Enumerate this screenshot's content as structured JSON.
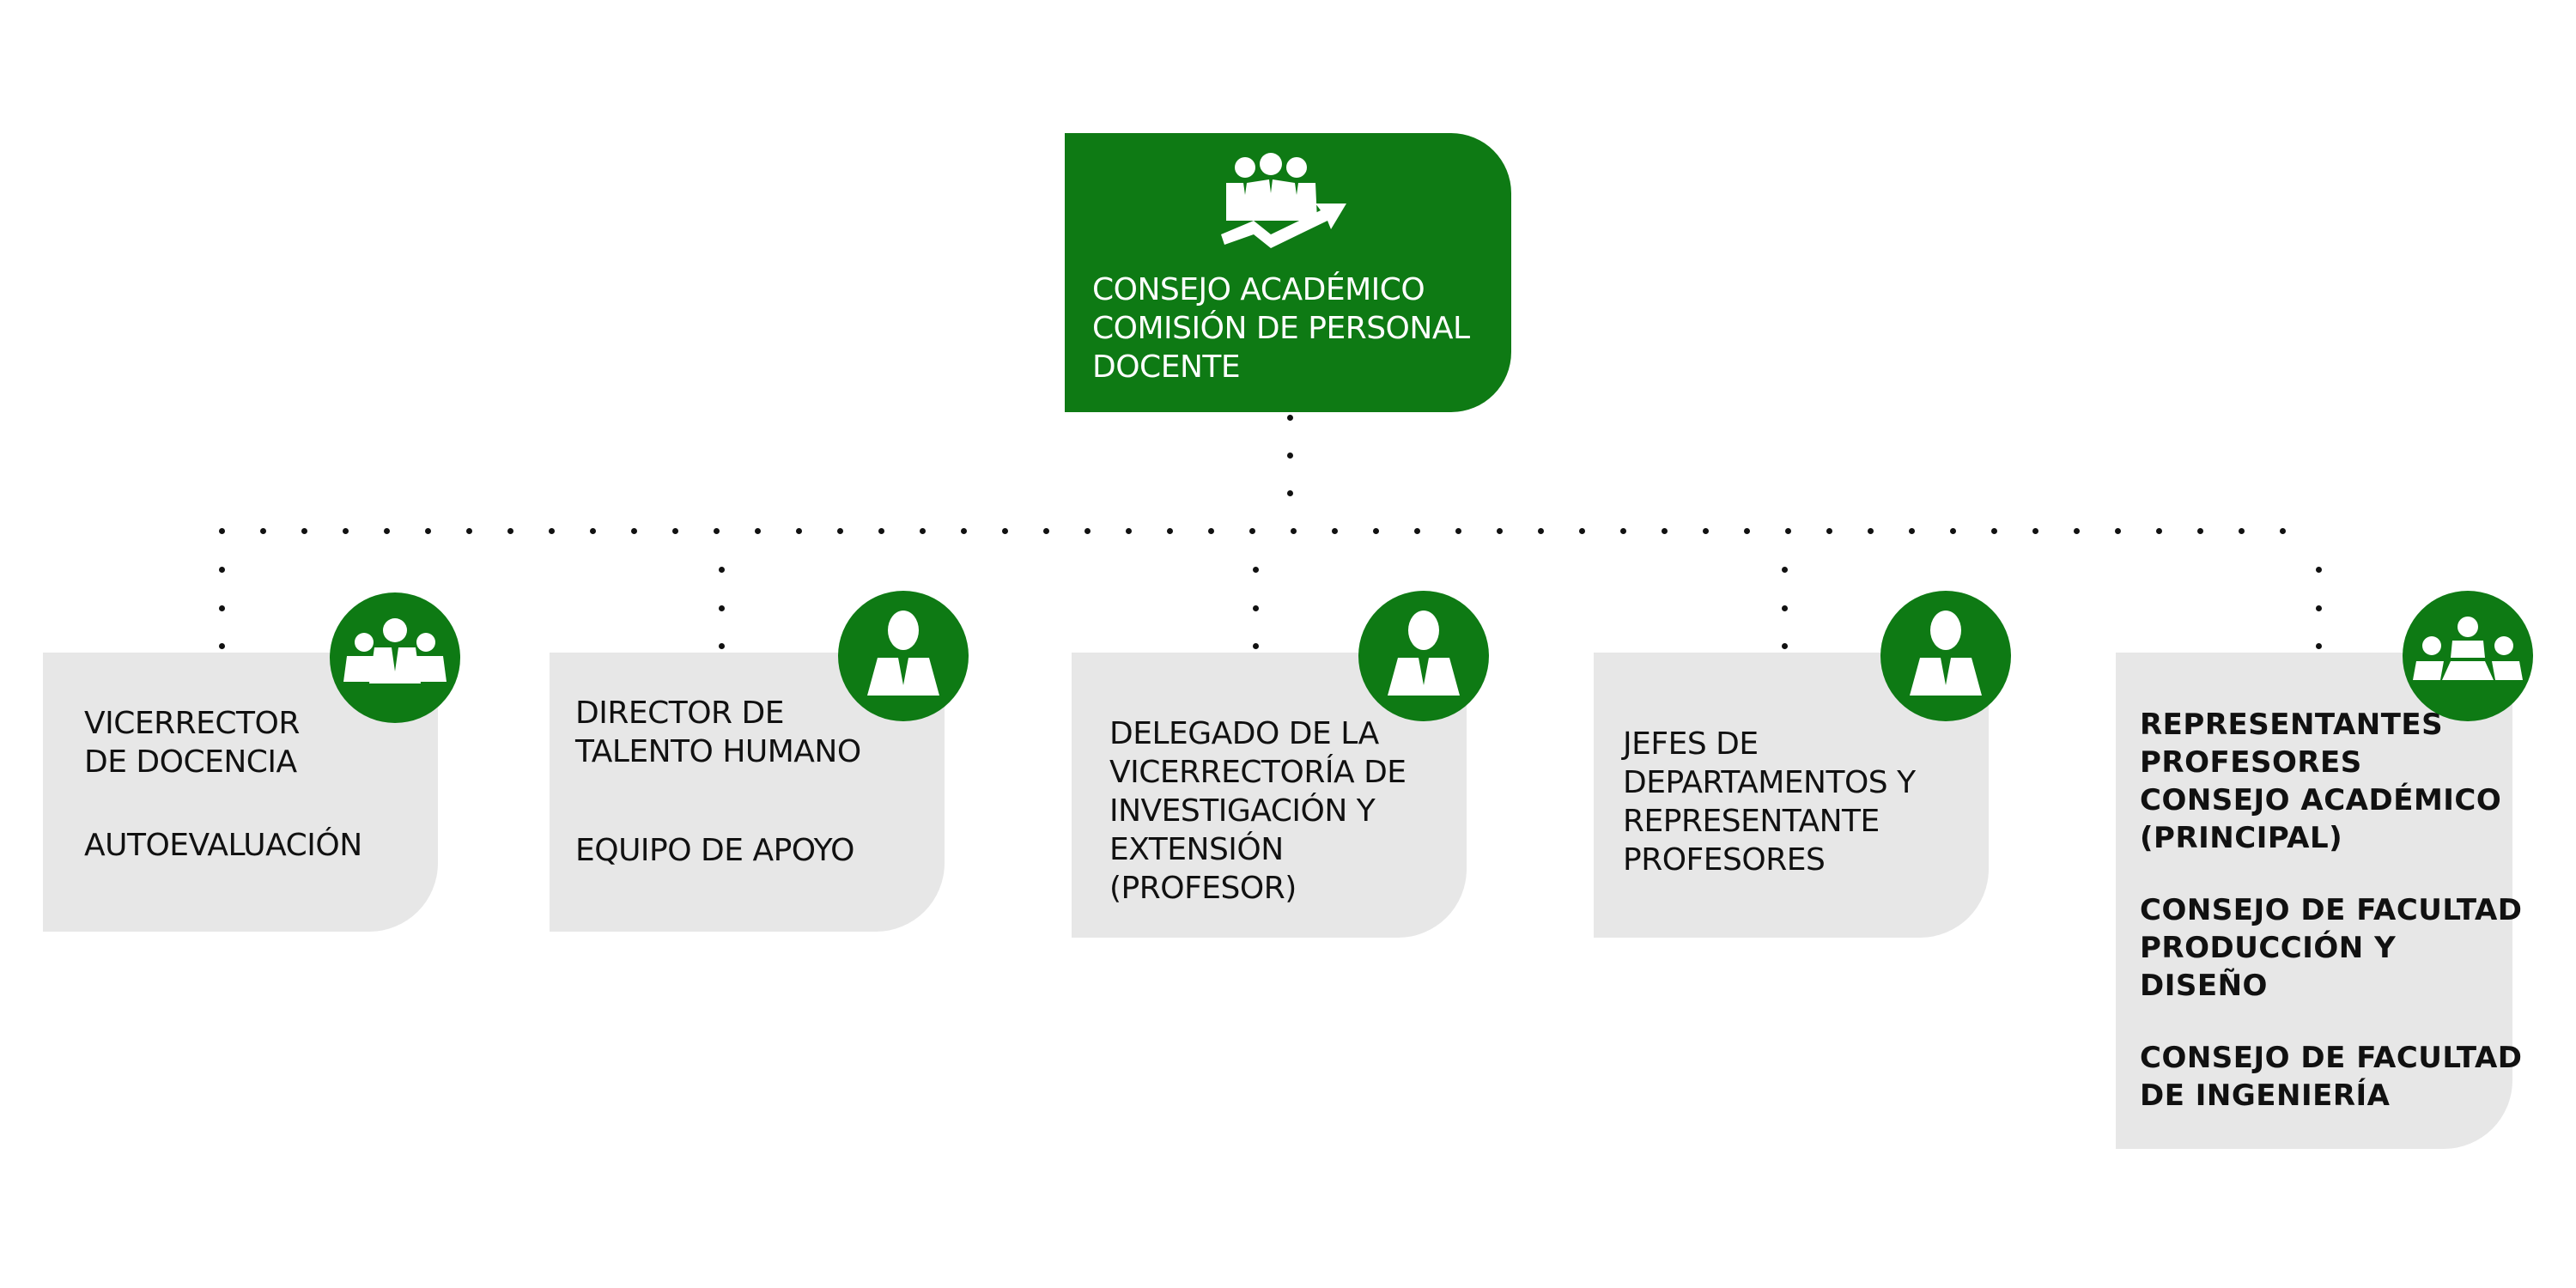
{
  "top": {
    "icon": "team-growth-icon",
    "lines": [
      "CONSEJO ACADÉMICO",
      "COMISIÓN DE PERSONAL",
      "DOCENTE"
    ]
  },
  "colors": {
    "accent": "#0e7a14",
    "card": "#e7e7e7",
    "text": "#111111"
  },
  "cards": [
    {
      "icon": "team-icon",
      "groups": [
        [
          "VICERRECTOR",
          "DE DOCENCIA"
        ],
        [
          "AUTOEVALUACIÓN"
        ]
      ]
    },
    {
      "icon": "person-icon",
      "groups": [
        [
          "DIRECTOR DE",
          "TALENTO HUMANO"
        ],
        [
          "EQUIPO DE APOYO"
        ]
      ]
    },
    {
      "icon": "person-icon",
      "groups": [
        [
          "DELEGADO DE LA",
          "VICERRECTORÍA DE",
          "INVESTIGACIÓN Y",
          "EXTENSIÓN",
          "(PROFESOR)"
        ]
      ]
    },
    {
      "icon": "person-icon",
      "groups": [
        [
          "JEFES DE",
          "DEPARTAMENTOS Y",
          "REPRESENTANTE",
          "PROFESORES"
        ]
      ]
    },
    {
      "icon": "meeting-icon",
      "groups": [
        [
          "REPRESENTANTES",
          "PROFESORES",
          "CONSEJO ACADÉMICO",
          "(PRINCIPAL)"
        ],
        [
          "CONSEJO DE FACULTAD",
          "PRODUCCIÓN Y",
          "DISEÑO"
        ],
        [
          "CONSEJO DE FACULTAD",
          "DE INGENIERÍA"
        ]
      ]
    }
  ]
}
